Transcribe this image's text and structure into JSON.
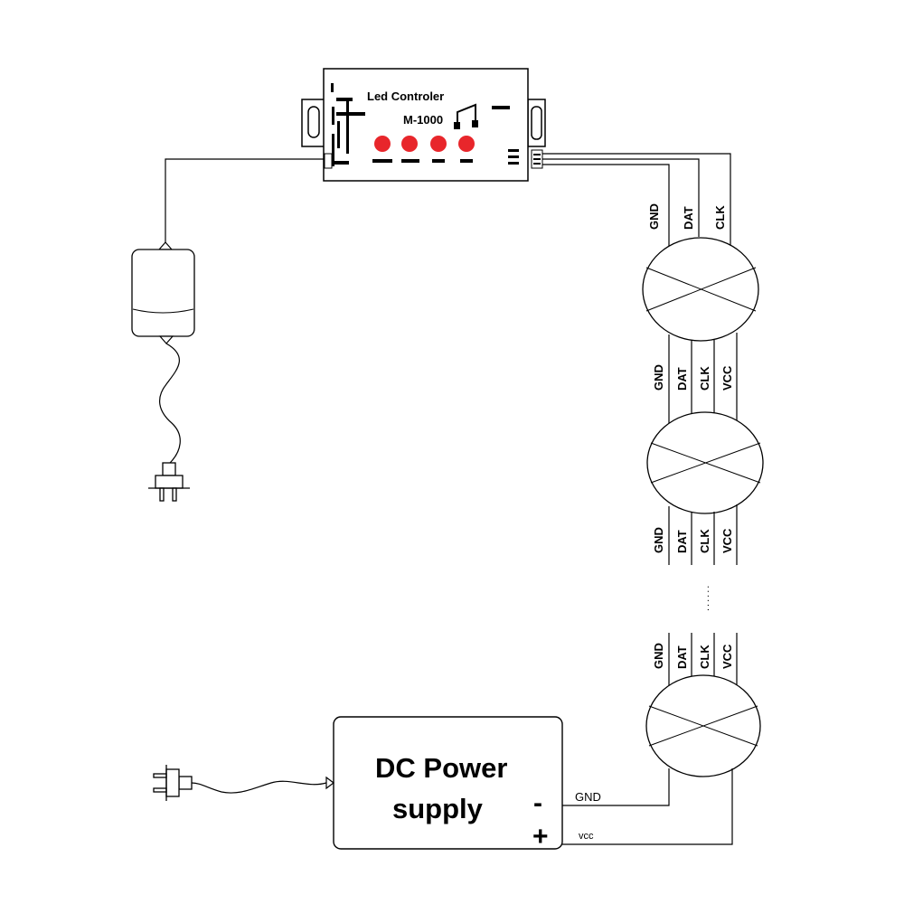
{
  "controller": {
    "title": "Led Controler",
    "model": "M-1000"
  },
  "pins": {
    "gnd": "GND",
    "dat": "DAT",
    "clk": "CLK",
    "vcc": "VCC"
  },
  "ellipsis": "......",
  "power_supply": {
    "line1": "DC Power",
    "line2": "supply",
    "minus": "-",
    "plus": "+",
    "gnd_label": "GND",
    "vcc_label": "vcc"
  },
  "colors": {
    "led_button": "#e8262b",
    "line": "#000000"
  },
  "icons": [
    "power-plug-icon",
    "transformer-adapter-icon",
    "music-note-icon",
    "led-pixel-icon"
  ]
}
